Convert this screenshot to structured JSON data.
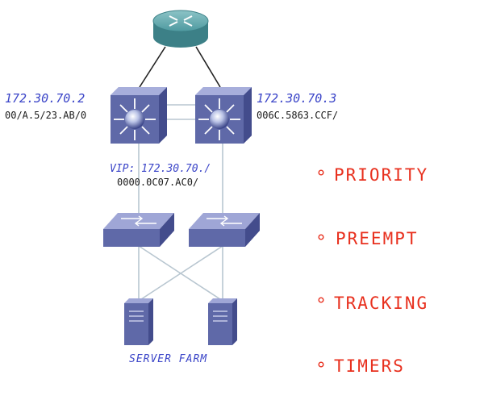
{
  "diagram": {
    "switch_left": {
      "ip": "172.30.70.2",
      "mac": "00/A.5/23.AB/0"
    },
    "switch_right": {
      "ip": "172.30.70.3",
      "mac": "006C.5863.CCF/"
    },
    "vip": {
      "label": "VIP: 172.30.70./",
      "mac": "0000.0C07.AC0/"
    },
    "server_farm_label": "SERVER FARM",
    "bullets": [
      "PRIORITY",
      "PREEMPT",
      "TRACKING",
      "TIMERS"
    ]
  },
  "colors": {
    "ink_blue": "#3b45c8",
    "ink_red": "#e8301e",
    "router": "#3f8c92",
    "switch": "#5f69a8",
    "link": "#b8c6d0"
  }
}
